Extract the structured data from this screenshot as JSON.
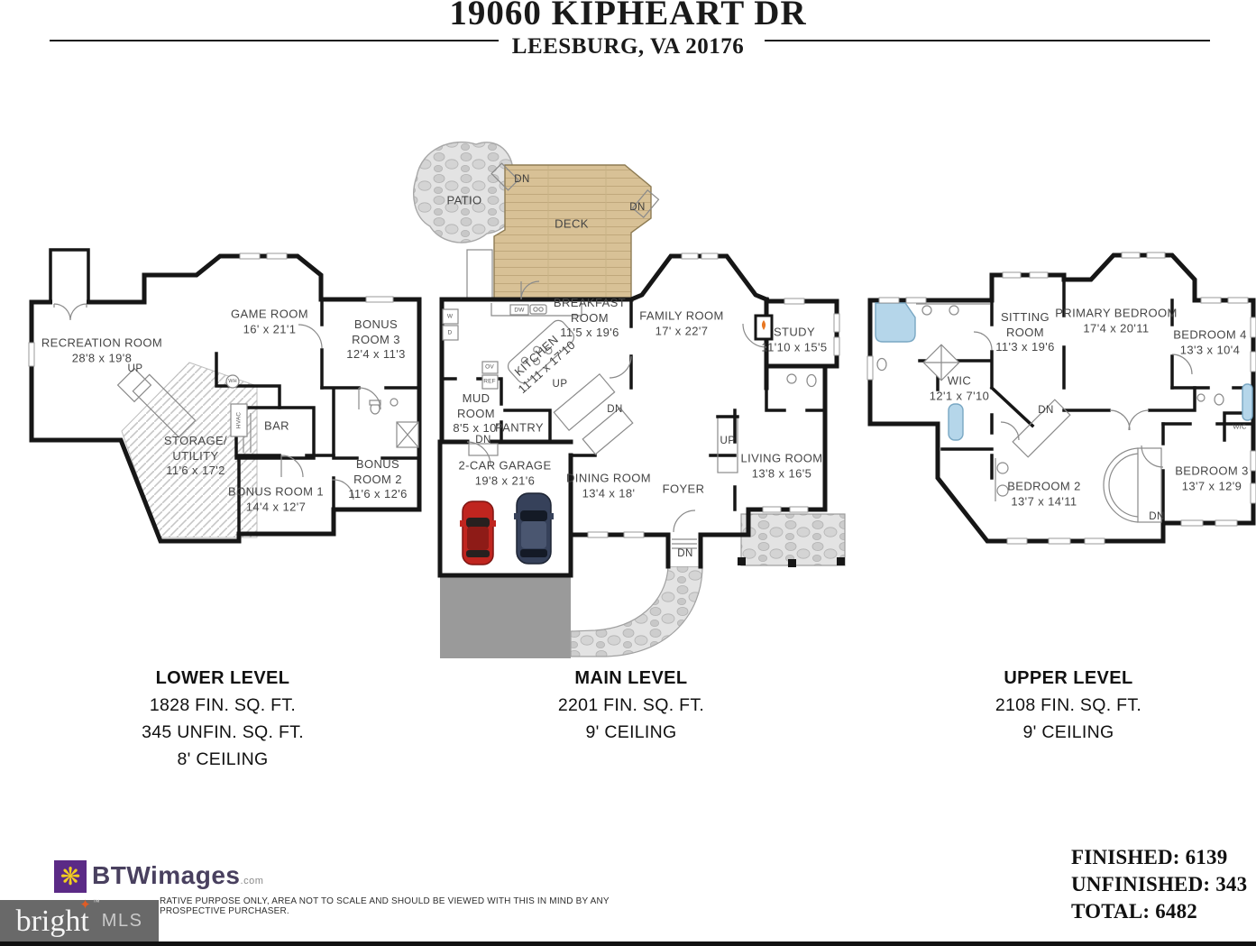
{
  "header": {
    "address": "19060 KIPHEART DR",
    "city": "LEESBURG, VA 20176"
  },
  "levels": {
    "lower": {
      "title": "LOWER LEVEL",
      "stats": [
        "1828 FIN. SQ. FT.",
        "345 UNFIN. SQ. FT.",
        "8' CEILING"
      ],
      "rooms": {
        "recreation": {
          "name": "RECREATION ROOM",
          "dims": "28'8 x 19'8"
        },
        "game": {
          "name": "GAME ROOM",
          "dims": "16' x 21'1"
        },
        "bonus3": {
          "name": "BONUS ROOM 3",
          "dims": "12'4 x 11'3"
        },
        "storage": {
          "name": "STORAGE/ UTILITY",
          "dims": "11'6 x 17'2"
        },
        "bar": {
          "name": "BAR"
        },
        "bonus1": {
          "name": "BONUS ROOM 1",
          "dims": "14'4 x 12'7"
        },
        "bonus2": {
          "name": "BONUS ROOM 2",
          "dims": "11'6 x 12'6"
        }
      },
      "labels": {
        "up": "UP",
        "hvac": "HVAC",
        "wh": "WH"
      }
    },
    "main": {
      "title": "MAIN LEVEL",
      "stats": [
        "2201 FIN. SQ. FT.",
        "9' CEILING"
      ],
      "rooms": {
        "patio": {
          "name": "PATIO"
        },
        "deck": {
          "name": "DECK"
        },
        "breakfast": {
          "name": "BREAKFAST ROOM",
          "dims": "11'5 x 19'6"
        },
        "family": {
          "name": "FAMILY ROOM",
          "dims": "17' x 22'7"
        },
        "study": {
          "name": "STUDY",
          "dims": "11'10 x 15'5"
        },
        "kitchen": {
          "name": "KITCHEN",
          "dims": "11'11 x 17'10"
        },
        "mud": {
          "name": "MUD ROOM",
          "dims": "8'5 x 10'"
        },
        "pantry": {
          "name": "PANTRY"
        },
        "garage": {
          "name": "2-CAR GARAGE",
          "dims": "19'8 x 21'6"
        },
        "dining": {
          "name": "DINING ROOM",
          "dims": "13'4 x 18'"
        },
        "foyer": {
          "name": "FOYER"
        },
        "living": {
          "name": "LIVING ROOM",
          "dims": "13'8 x 16'5"
        }
      },
      "labels": {
        "up": "UP",
        "dn": "DN",
        "w": "W",
        "d": "D",
        "dw": "DW",
        "ov": "OV",
        "ref": "REF"
      }
    },
    "upper": {
      "title": "UPPER LEVEL",
      "stats": [
        "2108 FIN. SQ. FT.",
        "9' CEILING"
      ],
      "rooms": {
        "sitting": {
          "name": "SITTING ROOM",
          "dims": "11'3 x 19'6"
        },
        "primary": {
          "name": "PRIMARY BEDROOM",
          "dims": "17'4 x 20'11"
        },
        "bedroom4": {
          "name": "BEDROOM 4",
          "dims": "13'3 x 10'4"
        },
        "wic": {
          "name": "WIC",
          "dims": "12'1 x 7'10"
        },
        "bedroom2": {
          "name": "BEDROOM 2",
          "dims": "13'7 x 14'11"
        },
        "bedroom3": {
          "name": "BEDROOM 3",
          "dims": "13'7 x 12'9"
        },
        "wic2": {
          "name": "WIC"
        }
      },
      "labels": {
        "dn": "DN"
      }
    }
  },
  "footer": {
    "btw": {
      "icon": "❋",
      "brand": "BTWimages",
      "tld": ".com"
    },
    "disclaimer": "RATIVE PURPOSE ONLY, AREA NOT TO SCALE AND SHOULD BE VIEWED WITH THIS IN MIND BY ANY PROSPECTIVE PURCHASER.",
    "bright": {
      "word": "bright",
      "star": "✦",
      "tm": "™",
      "mls": "MLS"
    },
    "totals": [
      "FINISHED: 6139",
      "UNFINISHED: 343",
      "TOTAL: 6482"
    ]
  },
  "colors": {
    "wall": "#161616",
    "deck": "#d8c196",
    "stone": "#e2e2e2",
    "driveway": "#9a9a9a",
    "tub": "#b5d6ea",
    "car_red": "#c0251f",
    "car_dark": "#36415a",
    "flame": "#e87722",
    "bright_bg": "#696969",
    "btw_purple": "#5b2a86",
    "btw_yellow": "#f2cf1f"
  }
}
